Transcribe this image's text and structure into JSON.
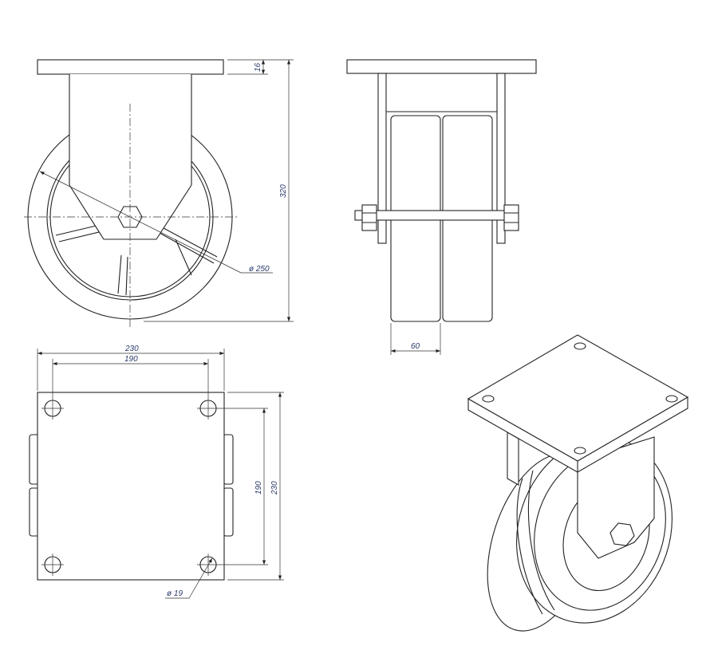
{
  "dimensions": {
    "plate_thickness": "16",
    "overall_height": "320",
    "wheel_diameter": "ø 250",
    "wheel_width": "60",
    "plate_width": "230",
    "hole_spacing_x": "190",
    "hole_spacing_y": "190",
    "plate_length": "230",
    "hole_diameter": "ø 19"
  },
  "colors": {
    "line": "#222222",
    "dimension_text": "#2a3a6a"
  }
}
